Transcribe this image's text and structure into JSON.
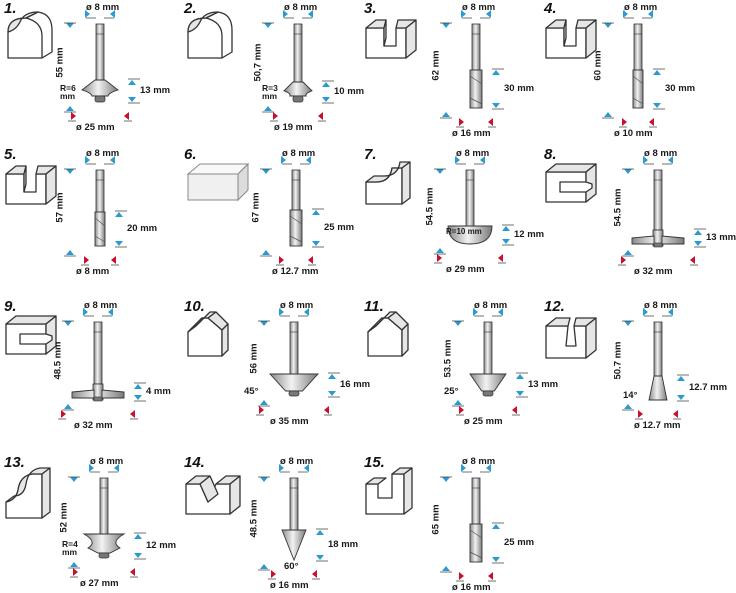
{
  "colors": {
    "blue_arrow": "#2a9bd0",
    "red_arrow": "#c8102e",
    "metal_dark": "#6d6d6d",
    "metal_light": "#d8d8d8",
    "line": "#222222"
  },
  "bits": [
    {
      "number": "1.",
      "shank": "ø 8 mm",
      "length": "55 mm",
      "height": "13 mm",
      "cut": "ø 25 mm",
      "extra": "R=6\nmm",
      "icon": "roundover-block"
    },
    {
      "number": "2.",
      "shank": "ø 8 mm",
      "length": "50,7 mm",
      "height": "10 mm",
      "cut": "ø 19 mm",
      "extra": "R=3\nmm",
      "icon": "roundover-block"
    },
    {
      "number": "3.",
      "shank": "ø 8 mm",
      "length": "62 mm",
      "height": "30 mm",
      "cut": "ø 16 mm",
      "extra": "",
      "icon": "groove-block"
    },
    {
      "number": "4.",
      "shank": "ø 8 mm",
      "length": "60 mm",
      "height": "30 mm",
      "cut": "ø 10 mm",
      "extra": "",
      "icon": "groove-block"
    },
    {
      "number": "5.",
      "shank": "ø 8 mm",
      "length": "57 mm",
      "height": "20 mm",
      "cut": "ø 8 mm",
      "extra": "",
      "icon": "groove-block"
    },
    {
      "number": "6.",
      "shank": "ø 8 mm",
      "length": "67 mm",
      "height": "25 mm",
      "cut": "ø 12.7 mm",
      "extra": "",
      "icon": "flush-block"
    },
    {
      "number": "7.",
      "shank": "ø 8 mm",
      "length": "54.5 mm",
      "height": "12 mm",
      "cut": "ø 29 mm",
      "extra": "R=10 mm",
      "icon": "cove-block"
    },
    {
      "number": "8.",
      "shank": "ø 8 mm",
      "length": "54.5 mm",
      "height": "13 mm",
      "cut": "ø 32 mm",
      "extra": "",
      "icon": "slot-block"
    },
    {
      "number": "9.",
      "shank": "ø 8 mm",
      "length": "48.5 mm",
      "height": "4 mm",
      "cut": "ø 32 mm",
      "extra": "",
      "icon": "slot-block"
    },
    {
      "number": "10.",
      "shank": "ø 8 mm",
      "length": "56 mm",
      "height": "16 mm",
      "cut": "ø 35 mm",
      "extra": "45°",
      "icon": "chamfer-block"
    },
    {
      "number": "11.",
      "shank": "ø 8 mm",
      "length": "53.5 mm",
      "height": "13 mm",
      "cut": "ø 25 mm",
      "extra": "25°",
      "icon": "chamfer-block"
    },
    {
      "number": "12.",
      "shank": "ø 8 mm",
      "length": "50.7 mm",
      "height": "12.7 mm",
      "cut": "ø 12.7 mm",
      "extra": "14°",
      "icon": "dovetail-block"
    },
    {
      "number": "13.",
      "shank": "ø 8 mm",
      "length": "52 mm",
      "height": "12 mm",
      "cut": "ø 27 mm",
      "extra": "R=4\nmm",
      "icon": "ogee-block"
    },
    {
      "number": "14.",
      "shank": "ø 8 mm",
      "length": "48.5 mm",
      "height": "18 mm",
      "cut": "ø 16 mm",
      "extra": "60°",
      "icon": "vgroove-block"
    },
    {
      "number": "15.",
      "shank": "ø 8 mm",
      "length": "65 mm",
      "height": "25 mm",
      "cut": "ø 16 mm",
      "extra": "",
      "icon": "rabbet-block"
    }
  ]
}
